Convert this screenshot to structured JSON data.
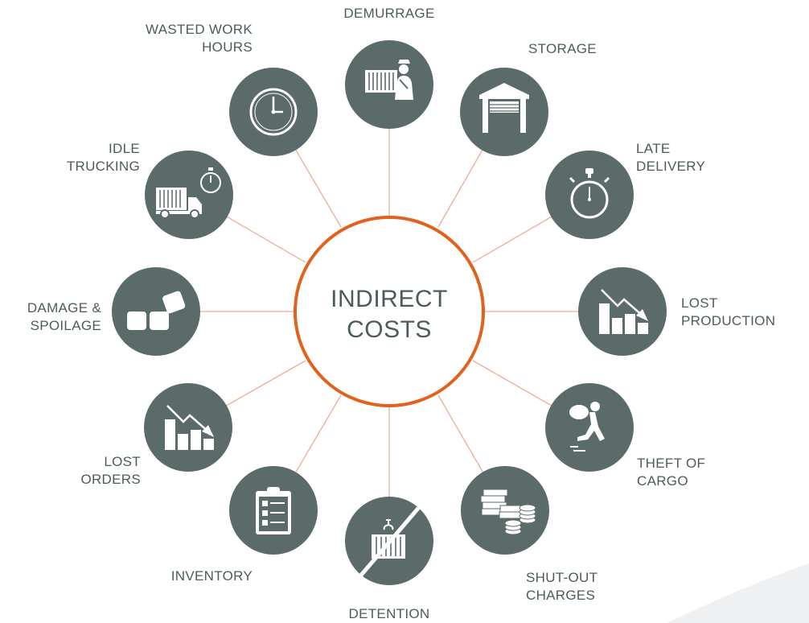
{
  "center": {
    "line1": "INDIRECT",
    "line2": "COSTS"
  },
  "colors": {
    "hub_ring": "#e0621f",
    "node_fill": "#5b6b69",
    "connector": "#f0aa98",
    "label_text": "#4d5c5b",
    "icon": "#ffffff"
  },
  "nodes": [
    {
      "lines": [
        "DEMURRAGE"
      ],
      "icon": "container-officer-icon"
    },
    {
      "lines": [
        "STORAGE"
      ],
      "icon": "warehouse-icon"
    },
    {
      "lines": [
        "LATE",
        "DELIVERY"
      ],
      "icon": "stopwatch-icon"
    },
    {
      "lines": [
        "LOST",
        "PRODUCTION"
      ],
      "icon": "declining-chart-icon"
    },
    {
      "lines": [
        "THEFT OF",
        "CARGO"
      ],
      "icon": "thief-icon"
    },
    {
      "lines": [
        "SHUT-OUT",
        "CHARGES"
      ],
      "icon": "money-stack-icon"
    },
    {
      "lines": [
        "DETENTION"
      ],
      "icon": "crossed-container-icon"
    },
    {
      "lines": [
        "INVENTORY"
      ],
      "icon": "clipboard-icon"
    },
    {
      "lines": [
        "LOST",
        "ORDERS"
      ],
      "icon": "declining-chart-icon"
    },
    {
      "lines": [
        "DAMAGE &",
        "SPOILAGE"
      ],
      "icon": "damaged-boxes-icon"
    },
    {
      "lines": [
        "IDLE",
        "TRUCKING"
      ],
      "icon": "truck-timer-icon"
    },
    {
      "lines": [
        "WASTED WORK",
        "HOURS"
      ],
      "icon": "clock-icon"
    }
  ]
}
